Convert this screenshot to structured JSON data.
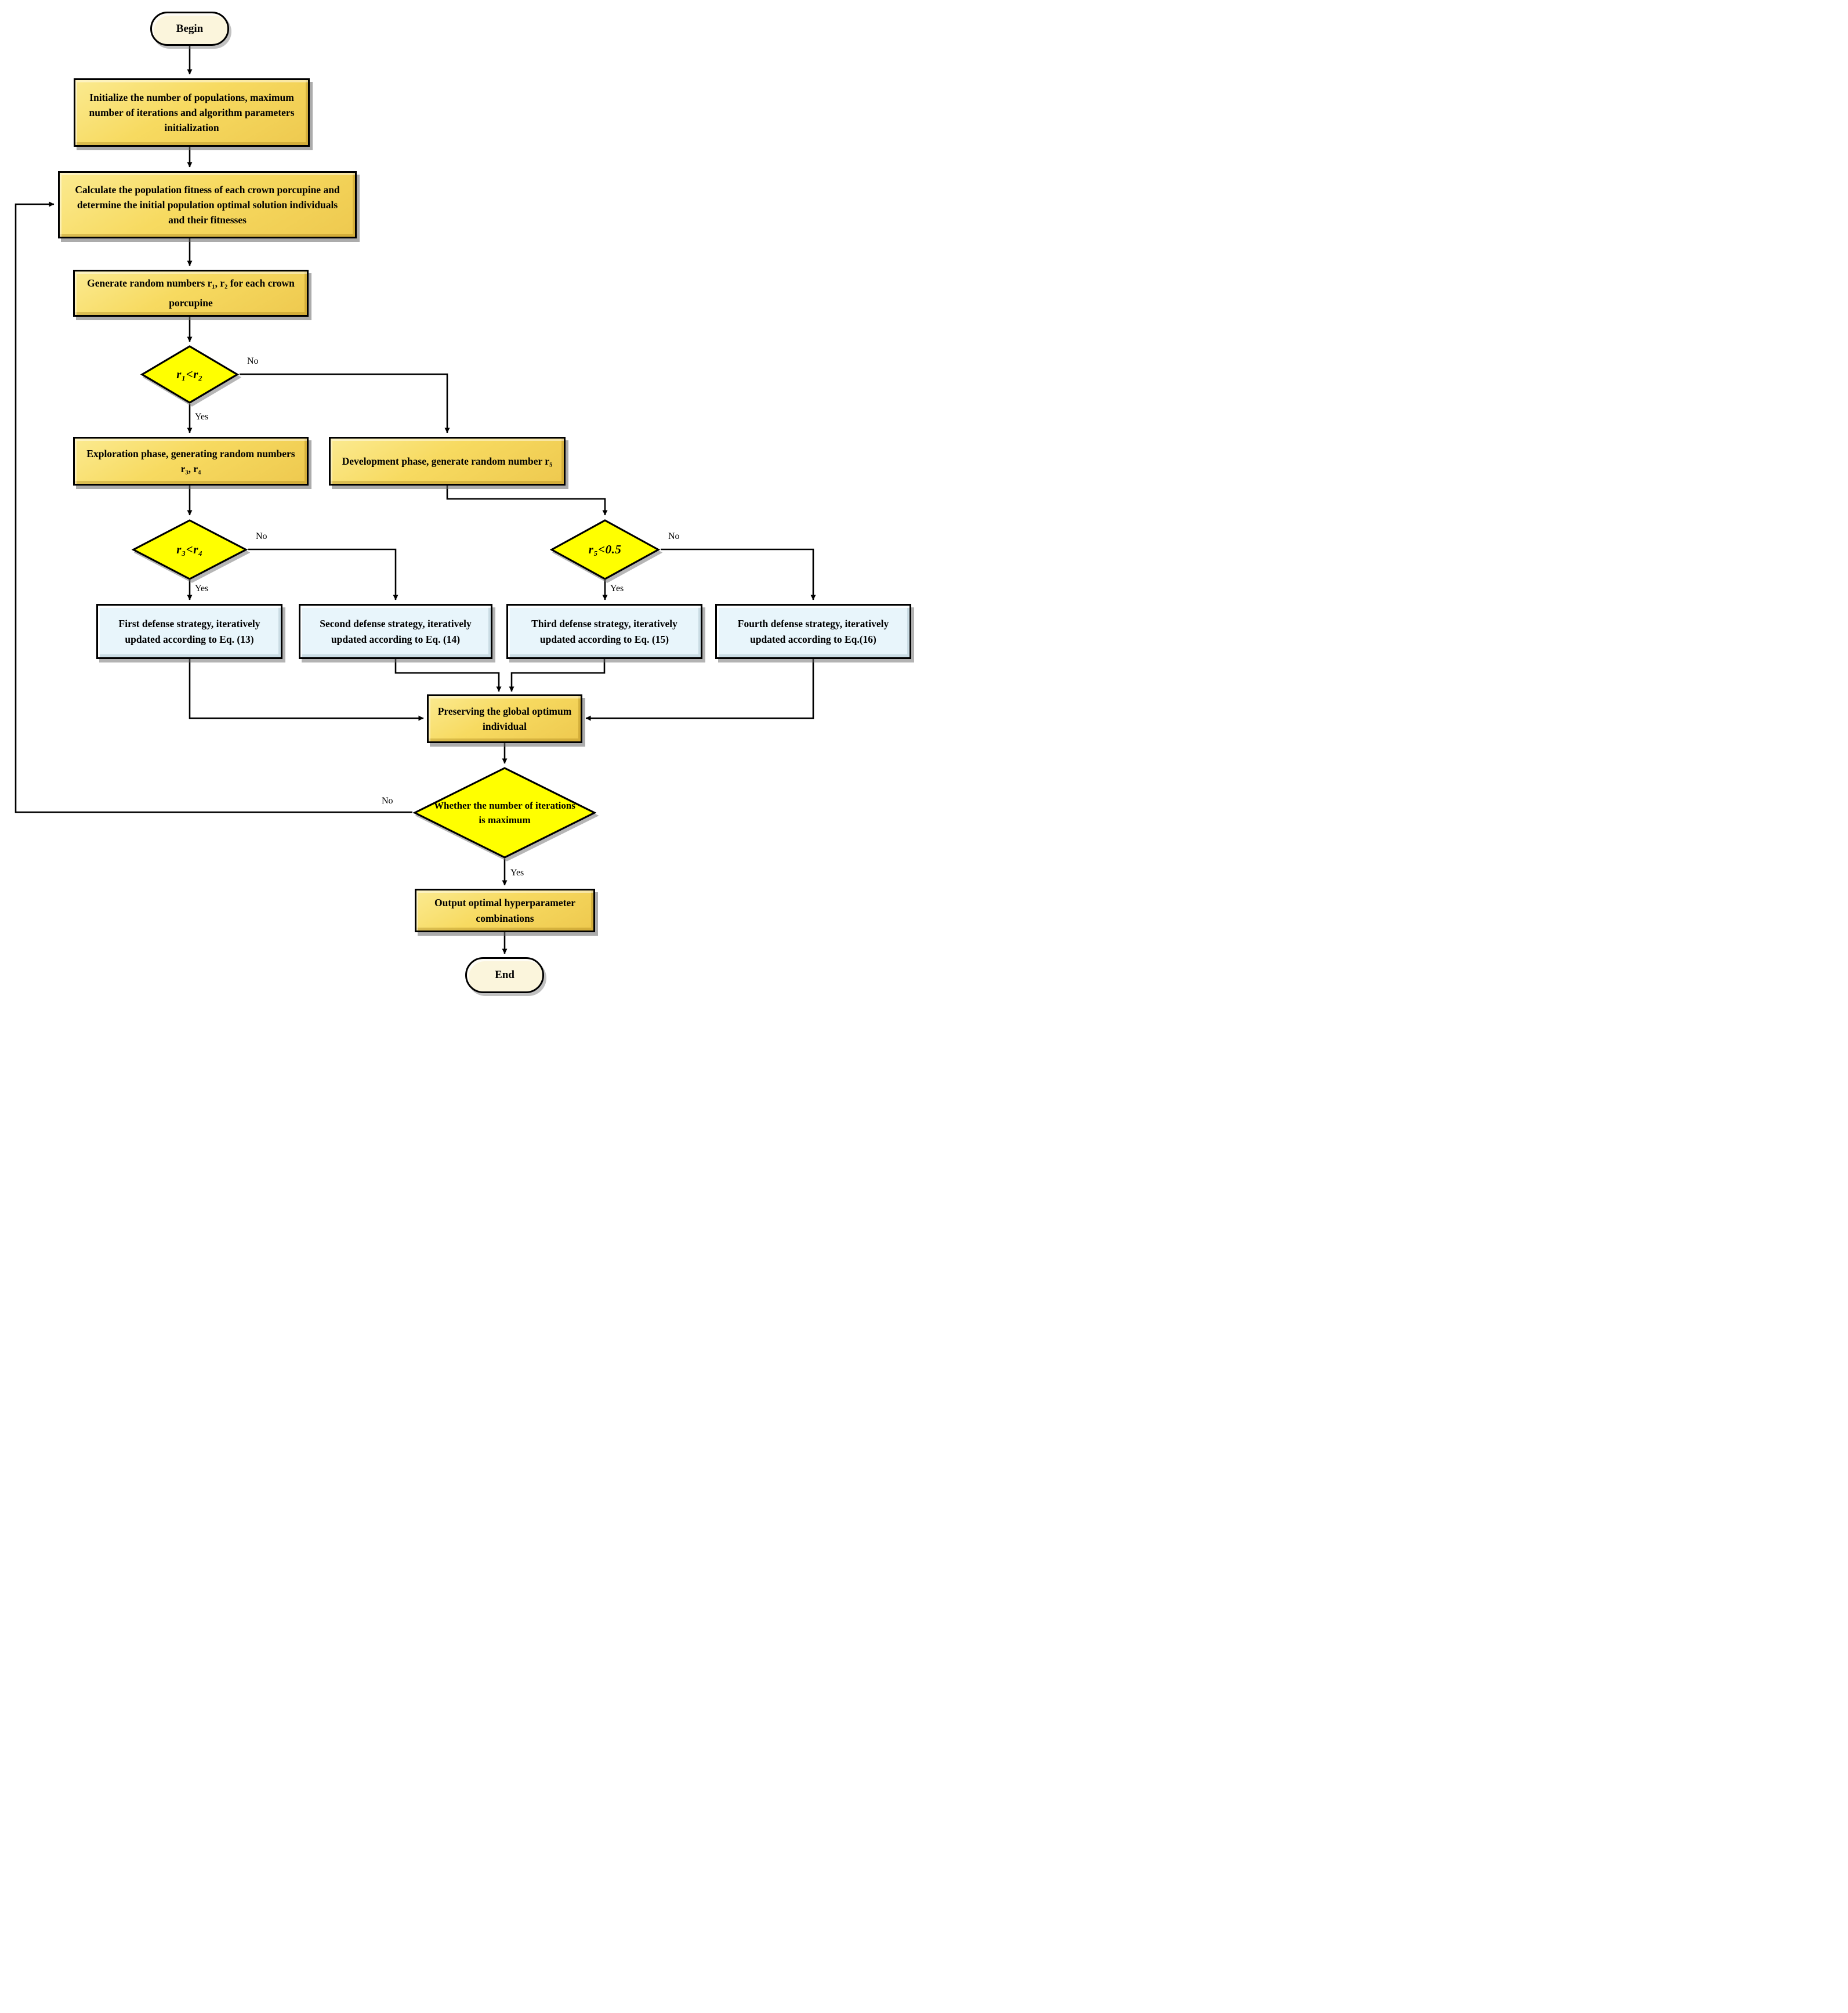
{
  "diagram_type": "flowchart",
  "nodes": {
    "begin": "Begin",
    "init": "Initialize the number of populations, maximum number of iterations and algorithm parameters initialization",
    "calc": "Calculate the population fitness of each crown porcupine and determine the initial population optimal solution individuals and their fitnesses",
    "gen": "Generate random numbers r₁, r₂ for each crown porcupine",
    "d1": "r₁<r₂",
    "exploration": "Exploration phase, generating random numbers r₃, r₄",
    "development": "Development phase, generate random number r₅",
    "d2": "r₃<r₄",
    "d3": "r₅<0.5",
    "s1": "First defense strategy, iteratively updated according to Eq. (13)",
    "s2": "Second defense strategy, iteratively updated according to Eq. (14)",
    "s3": "Third defense strategy, iteratively updated according to Eq. (15)",
    "s4": "Fourth defense strategy, iteratively updated according to Eq.(16)",
    "preserve": "Preserving the global optimum individual",
    "d4": "Whether the number of iterations is maximum",
    "output": "Output optimal hyperparameter combinations",
    "end": "End"
  },
  "edges": {
    "d1_yes": "Yes",
    "d1_no": "No",
    "d2_yes": "Yes",
    "d2_no": "No",
    "d3_yes": "Yes",
    "d3_no": "No",
    "d4_yes": "Yes",
    "d4_no": "No"
  },
  "colors": {
    "process_fill": "#F7DA60",
    "decision_fill": "#FFFF00",
    "strategy_fill": "#E8F5FB",
    "terminator_fill": "#FBF5DC",
    "outline": "#000000",
    "line": "#000000"
  }
}
